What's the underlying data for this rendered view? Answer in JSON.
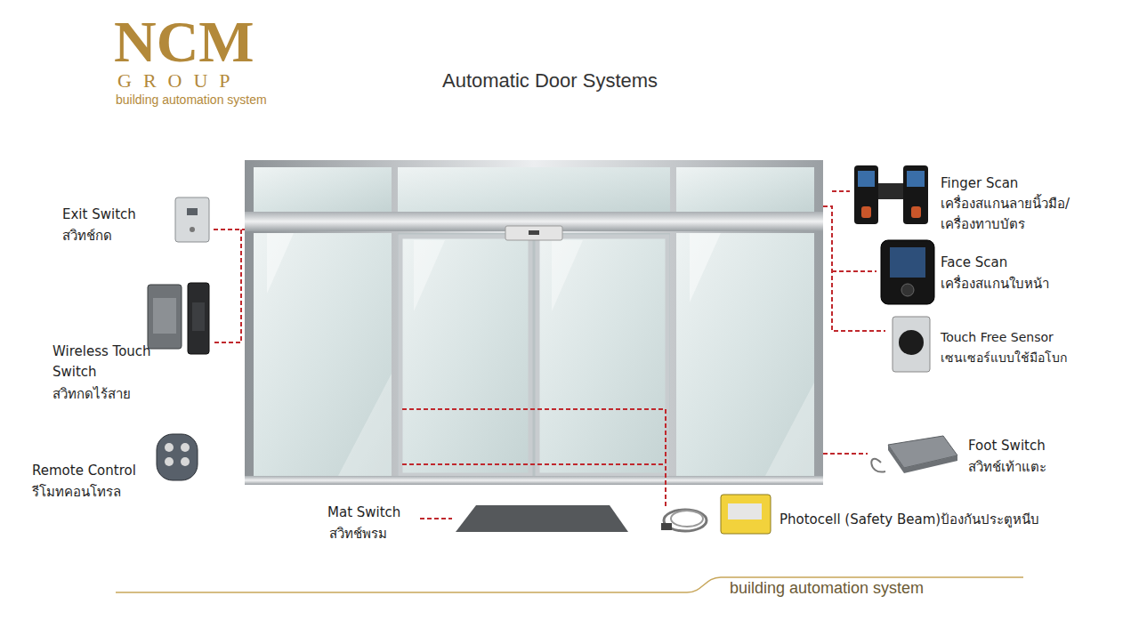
{
  "diagram": {
    "title": "Automatic Door Systems",
    "labels": [
      "NCM",
      "GROUP",
      "building automation system",
      "Exit Switch",
      "สวิทช์กด",
      "Wireless Touch Switch",
      "สวิทกดไร้สาย",
      "Remote Control",
      "รีโมทคอนโทรล",
      "Mat Switch",
      "สวิทช์พรม",
      "Photocell (Safety Beam)ป้องกันประตูหนีบ",
      "Foot Switch",
      "สวิทช์เท้าแตะ",
      "Touch Free Sensor",
      "เซนเซอร์แบบใช้มือโบก",
      "Face Scan",
      "เครื่องสแกนใบหน้า",
      "Finger Scan",
      "เครื่องสแกนลายนิ้วมือ/เครื่องทาบบัตร",
      "building automation system"
    ]
  }
}
